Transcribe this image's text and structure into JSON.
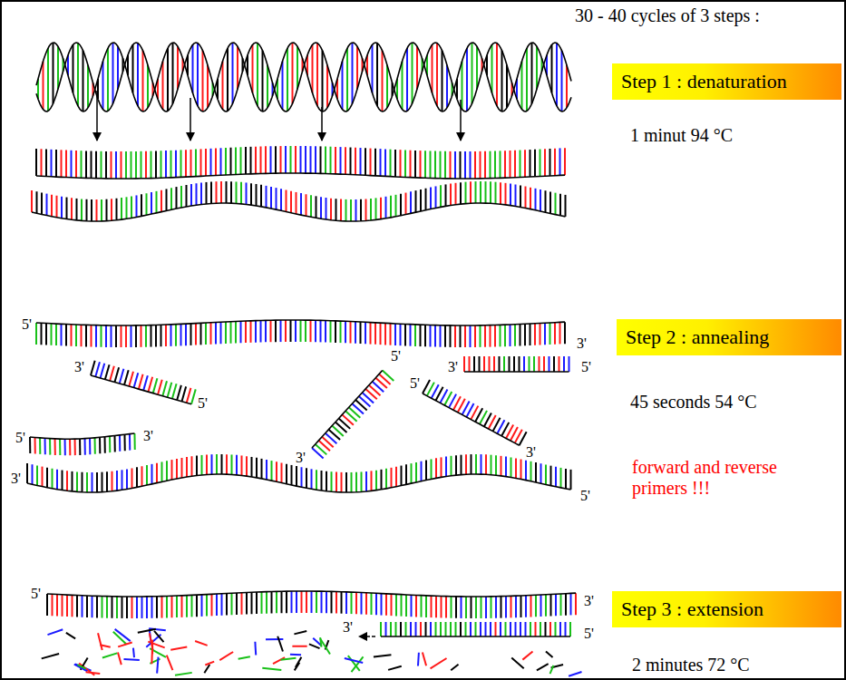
{
  "diagram": {
    "title": "30 - 40 cycles of 3 steps :",
    "nodes": [
      {
        "text": [
          "Step 1 : denaturation"
        ]
      },
      {
        "text": [
          "Step 2 : annealing"
        ]
      },
      {
        "text": [
          "Step 3 : extension"
        ]
      }
    ],
    "labels": [
      "1 minut 94 °C",
      "5'",
      "3'",
      "3'",
      "3'",
      "5'",
      "5'",
      "5'",
      "5'",
      "45 seconds 54 °C",
      "5'",
      "3'",
      "3'",
      "3'",
      "forward and reverse primers !!!",
      "3'",
      "5'",
      "5'",
      "3'",
      "5'",
      "3'",
      "2 minutes 72 °C"
    ]
  }
}
